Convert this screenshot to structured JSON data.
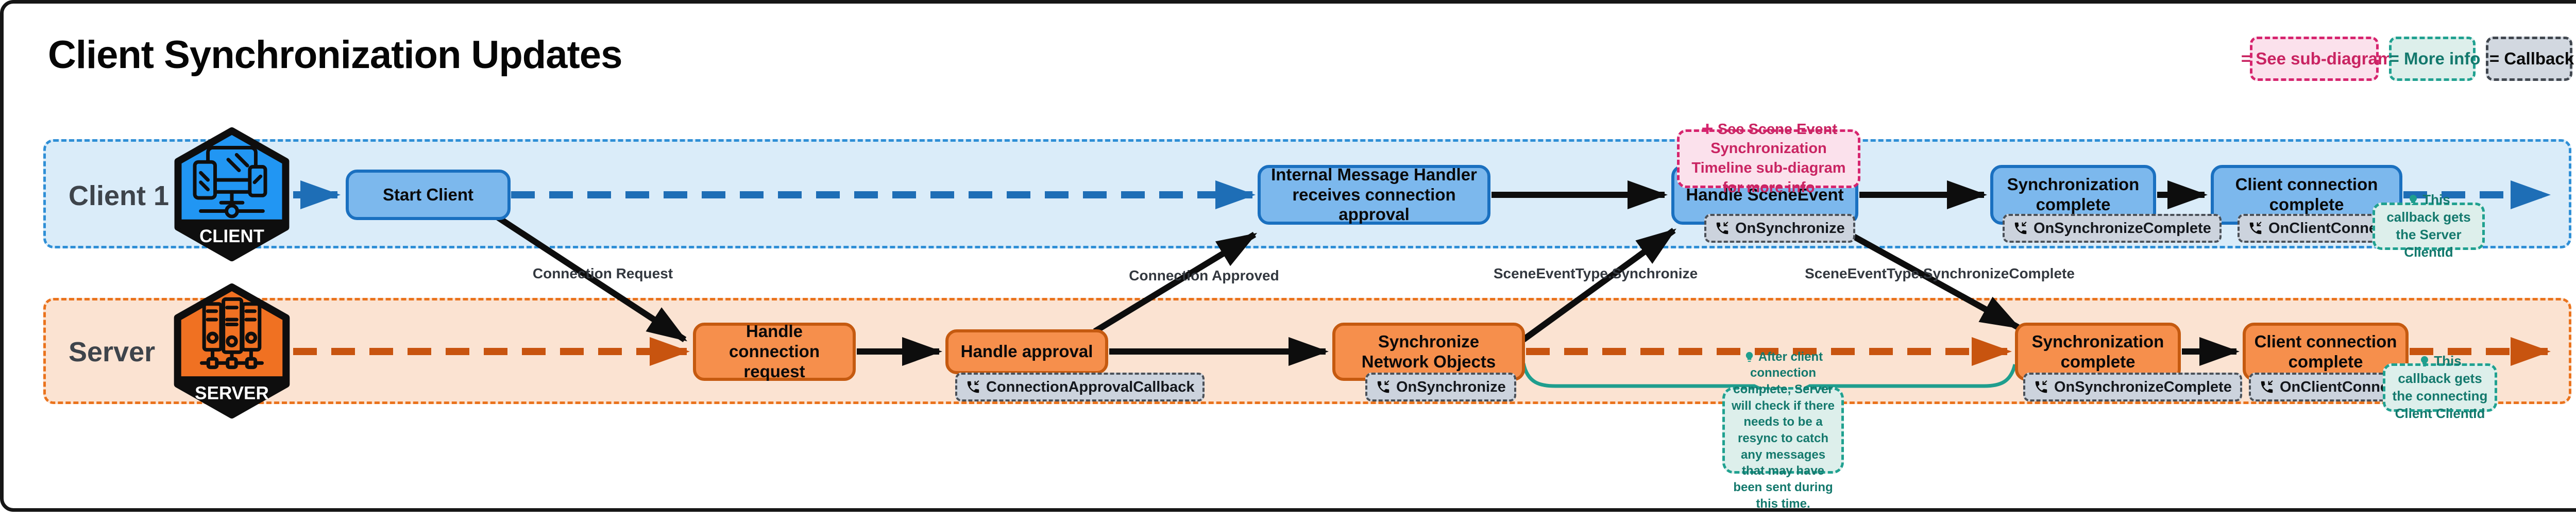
{
  "title": "Client Synchronization Updates",
  "legend": {
    "see_sub_diagram": "= See sub-diagram",
    "more_info": "= More info",
    "callback": "= Callback"
  },
  "lanes": {
    "client": {
      "label": "Client 1",
      "badge_label": "CLIENT"
    },
    "server": {
      "label": "Server",
      "badge_label": "SERVER"
    }
  },
  "nodes": {
    "start_client": "Start Client",
    "internal_message_handler": "Internal Message Handler receives connection approval",
    "handle_scene_event": "Handle SceneEvent",
    "client_synchronization_complete": "Synchronization complete",
    "client_connection_complete_client": "Client connection complete",
    "handle_connection_request": "Handle connection request",
    "handle_approval": "Handle approval",
    "synchronize_network_objects": "Synchronize Network Objects",
    "server_synchronization_complete": "Synchronization complete",
    "client_connection_complete_server": "Client connection complete"
  },
  "callbacks": {
    "connection_approval_callback": "ConnectionApprovalCallback",
    "on_synchronize_client": "OnSynchronize",
    "on_synchronize_complete_client": "OnSynchronizeComplete",
    "on_client_connected_client": "OnClientConnected",
    "on_synchronize_server": "OnSynchronize",
    "on_synchronize_complete_server": "OnSynchronizeComplete",
    "on_client_connected_server": "OnClientConnected"
  },
  "edge_labels": {
    "connection_request": "Connection Request",
    "connection_approved": "Connection Approved",
    "scene_event_synchronize": "SceneEventType.Synchronize",
    "scene_event_synchronize_complete": "SceneEventType.SynchronizeComplete"
  },
  "notes": {
    "scene_event_note": "See Scene Event Synchronization Timeline sub-diagram for more info",
    "server_client_id_note": "This callback gets the Server ClientId",
    "connecting_client_id_note": "This callback gets the connecting Client ClientId",
    "resync_note": "After client connection complete, Server will check if there needs to be a resync to catch any messages that may have been sent during this time."
  },
  "colors": {
    "client_accent": "#1a70c0",
    "client_fill": "#7cb8ed",
    "client_lane_fill": "#daecf9",
    "client_dash": "#1e6eb6",
    "server_accent": "#c55a10",
    "server_fill": "#f68f4c",
    "server_lane_fill": "#fbe3d2",
    "server_dash": "#c8540f",
    "pink_accent": "#d6246e",
    "teal_accent": "#1f9e8e",
    "callback_gray": "#ccd3dd",
    "arrow_black": "#0d0d0d"
  }
}
